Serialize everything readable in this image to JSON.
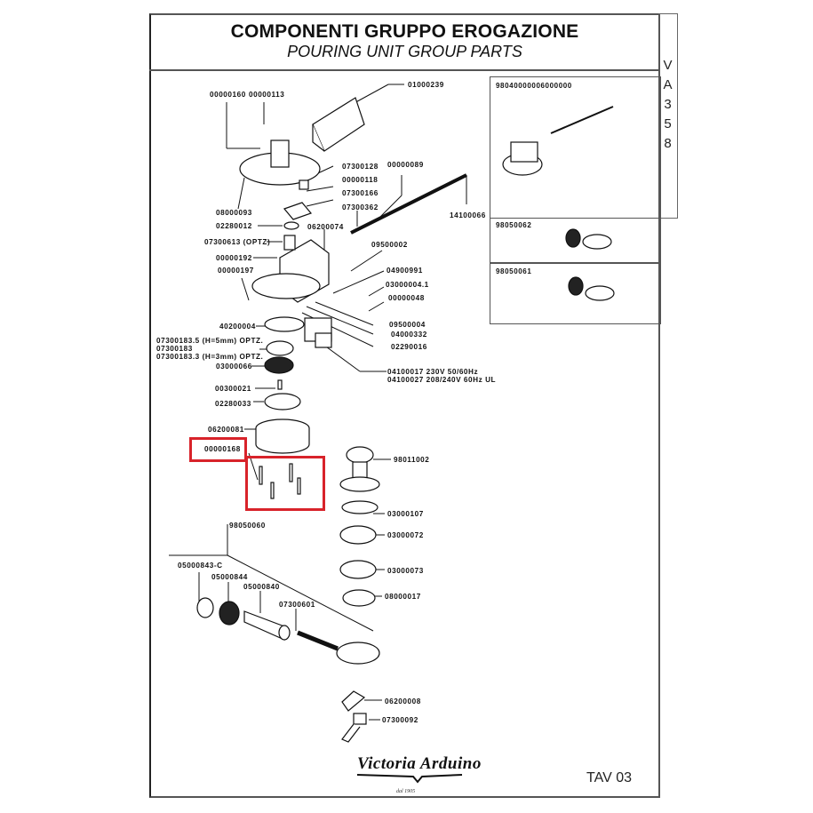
{
  "header": {
    "title": "COMPONENTI GRUPPO EROGAZIONE",
    "subtitle": "POURING UNIT  GROUP PARTS"
  },
  "model_tab": [
    "V",
    "A",
    "3",
    "5",
    "8"
  ],
  "insets": [
    {
      "code": "98040000006000000",
      "depicts": "complete group assembly"
    },
    {
      "code": "98050062",
      "depicts": "portafilter single spout"
    },
    {
      "code": "98050061",
      "depicts": "portafilter double spout"
    }
  ],
  "part_labels": {
    "p00000160": "00000160",
    "p00000113": "00000113",
    "p01000239": "01000239",
    "p07300128": "07300128",
    "p00000089": "00000089",
    "p00000118": "00000118",
    "p07300166": "07300166",
    "p08000093": "08000093",
    "p07300362": "07300362",
    "p14100066": "14100066",
    "p02280012": "02280012",
    "p06200074": "06200074",
    "p07300613": "07300613 (OPTZ)",
    "p09500002": "09500002",
    "p00000192": "00000192",
    "p04900991": "04900991",
    "p00000197": "00000197",
    "p03000004_1": "03000004.1",
    "p00000048": "00000048",
    "p09500004": "09500004",
    "p40200004": "40200004",
    "p04000332": "04000332",
    "p07300183_5": "07300183.5 (H=5mm) OPTZ.",
    "p07300183": "07300183",
    "p07300183_3": "07300183.3 (H=3mm) OPTZ.",
    "p02290016": "02290016",
    "p03000066": "03000066",
    "p04100017": "04100017 230V 50/60Hz",
    "p04100027": "04100027 208/240V 60Hz UL",
    "p00300021": "00300021",
    "p02280033": "02280033",
    "p06200081": "06200081",
    "p00000168": "00000168",
    "p98011002": "98011002",
    "p03000107": "03000107",
    "p98050060": "98050060",
    "p03000072": "03000072",
    "p05000843_C": "05000843-C",
    "p03000073": "03000073",
    "p05000844": "05000844",
    "p05000840": "05000840",
    "p08000017": "08000017",
    "p07300601": "07300601",
    "p06200008": "06200008",
    "p07300092": "07300092"
  },
  "highlight": {
    "part": "00000168",
    "color": "#d8232a"
  },
  "footer": {
    "brand": "Victoria Arduino",
    "since": "dal 1905",
    "sheet": "TAV 03"
  }
}
